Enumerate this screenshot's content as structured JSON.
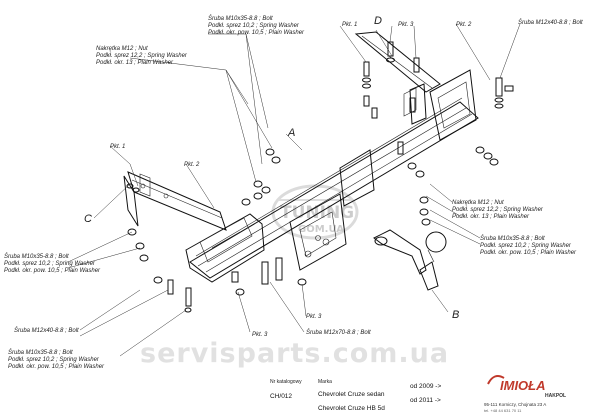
{
  "callouts": {
    "letter_a": "A",
    "letter_b": "B",
    "letter_c": "C",
    "letter_d": "D",
    "pkt1_top": "Pkt. 1",
    "pkt3_top": "Pkt. 3",
    "pkt2_top": "Pkt. 2",
    "pkt1_left": "Pkt. 1",
    "pkt2_left": "Pkt. 2",
    "pkt3_bottom": "Pkt. 3",
    "pkt3_bottom2": "Pkt. 3"
  },
  "annotations": {
    "bolt_top_center": [
      "Śruba M10x35-8.8 ; Bolt",
      "Podkł. sprez 10,2 ; Spring Washer",
      "Podkł. okr. pow. 10,5 ; Plain Washer"
    ],
    "nut_top_left": [
      "Nakrętka M12 ; Nut",
      "Podkł. sprez 12,2 ; Spring Washer",
      "Podkł. okr. 13 ; Plain Washer"
    ],
    "bolt_top_right": [
      "Śruba M12x40-8.8 ; Bolt"
    ],
    "nut_right": [
      "Nakrętka M12 ; Nut",
      "Podkł. sprez 12,2 ; Spring Washer",
      "Podkł. okr. 13 ; Plain Washer"
    ],
    "bolt_right": [
      "Śruba M10x35-8.8 ; Bolt",
      "Podkł. sprez 10,2 ; Spring Washer",
      "Podkł. okr. pow. 10,5 ; Plain Washer"
    ],
    "bolt_left": [
      "Śruba M10x35-8.8 ; Bolt",
      "Podkł. sprez 10,2 ; Spring Washer",
      "Podkł. okr. pow. 10,5 ; Plain Washer"
    ],
    "bolt_m12x40_bottom": [
      "Śruba M12x40-8.8 ; Bolt"
    ],
    "bolt_m12x70": [
      "Śruba M12x70-8.8 ; Bolt"
    ],
    "bolt_bottom_left": [
      "Śruba M10x35-8.8 ; Bolt",
      "Podkł. sprez 10,2 ; Spring Washer",
      "Podkł. okr. pow. 10,5 ; Plain Washer"
    ]
  },
  "footer": {
    "col_katalog": "Nr katalogowy",
    "col_marka": "Marka",
    "catalog_number": "CH/012",
    "model_1": "Chevrolet Cruze sedan",
    "model_2": "Chevrolet Cruze HB 5d",
    "year_1": "od 2009 ->",
    "year_2": "od 2011 ->",
    "brand": "IMIOŁA",
    "brand_sub": "HAKPOL",
    "address": "95-111 Korniczy, Chojnata 23 A",
    "phone": "tel. +48 44 631 70 11"
  },
  "watermark": {
    "main": "servisparts.com.ua",
    "logo_1": "TUNING",
    "logo_2": "GOM.UA"
  },
  "colors": {
    "ink": "#111111",
    "watermark": "#c9c9c9",
    "brand_red": "#c0392b"
  }
}
